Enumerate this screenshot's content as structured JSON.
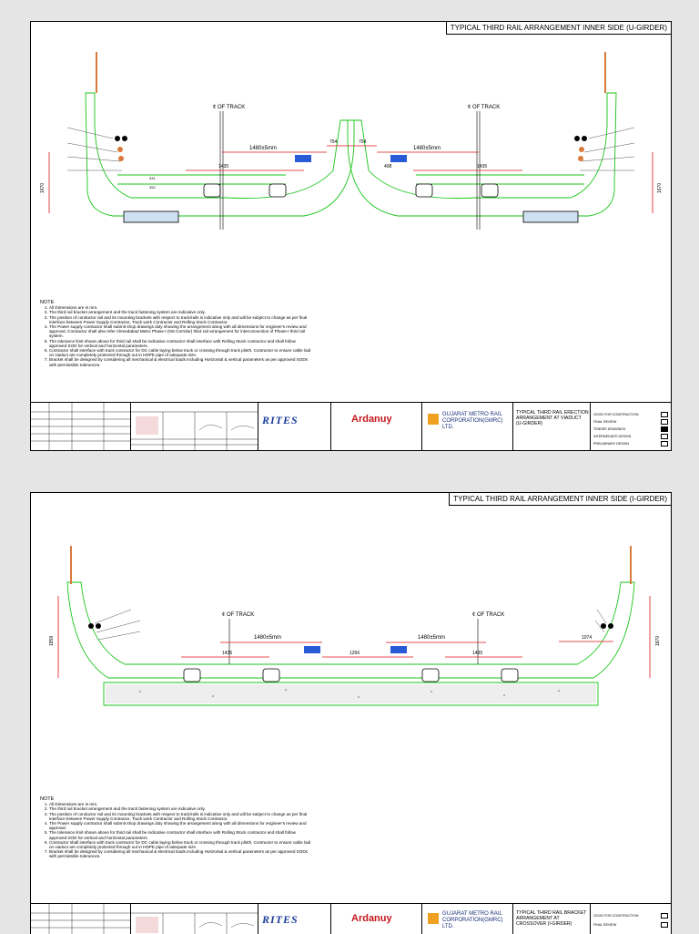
{
  "sheets": [
    {
      "title": "TYPICAL THIRD RAIL ARRANGEMENT INNER SIDE (U-GIRDER)",
      "track_label": "¢ OF TRACK",
      "dims": {
        "gauge": "1480±5mm",
        "d754": "754",
        "d1435": "1435",
        "d408": "408",
        "d1670": "1670",
        "d331": "331",
        "d352": "352"
      },
      "notes_heading": "NOTE",
      "notes": [
        "All Dimensions are in mm.",
        "The third rail bracket arrangement and the track fastening system are indicative only.",
        "The position of conductor rail and its mounting brackets with respect to track/rails is indicative only and will be subject to change as per final interface between Power Supply Contractor, Track work Contractor and Rolling Stock Contractor.",
        "The Power supply contractor shall submit shop drawings duly showing the arrangement along with all dimensions for engineer's review and approval. Contractor shall also refer Ahmedabad Metro Phase-I (NS Corridor) third rail arrangement for interconnection of Phase-I third rail system.",
        "The tolerance limit shown above for third rail shall be indicative contractor shall interface with Rolling Stock contractor and shall follow approved SOD for vertical and horizontal parameters.",
        "Contractor shall interface with track contractor for DC cable laying below track or crossing through track plinth. Contractor to ensure cable laid on viaduct are completely protected through out in HDPE pipe of adequate size.",
        "Bracket shall be designed by considering all mechanical & electrical loads including Horizontal & vertical parameters as per approved SODs with permissible tolerances."
      ],
      "client_name": "GUJARAT METRO RAIL CORPORATION(GMRC) LTD.",
      "drawing_title": "TYPICAL THIRD RAIL ERECTION ARRANGEMENT AT VIADUCT (U-GIRDER)",
      "status_items": [
        "GOOD FOR CONSTRUCTION",
        "FINAL REVIEW",
        "TENDER DRAWINGS",
        "INTERMEDIATE DESIGN",
        "PRELIMINARY DESIGN"
      ],
      "status_checked": 2
    },
    {
      "title": "TYPICAL THIRD RAIL ARRANGEMENT INNER SIDE (I-GIRDER)",
      "track_label": "¢ OF TRACK",
      "dims": {
        "gauge": "1480±5mm",
        "d1435": "1435",
        "d1266": "1266",
        "d1074": "1074",
        "d1870": "1870",
        "d1859": "1859"
      },
      "notes_heading": "NOTE",
      "notes": [
        "All Dimensions are in mm.",
        "The third rail bracket arrangement and the track fastening system are indicative only.",
        "The position of conductor rail and its mounting brackets with respect to track/rails is indicative only and will be subject to change as per final interface between Power Supply Contractor, Track work Contractor and Rolling Stock Contractor.",
        "The Power supply contractor shall submit shop drawings duly showing the arrangement along with all dimensions for engineer's review and approval.",
        "The tolerance limit shown above for third rail shall be indicative contractor shall interface with Rolling Stock contractor and shall follow approved SOD for vertical and horizontal parameters.",
        "Contractor shall interface with track contractor for DC cable laying below track or crossing through track plinth. Contractor to ensure cable laid on viaduct are completely protected through out in HDPE pipe of adequate size.",
        "Bracket shall be designed by considering all mechanical & electrical loads including Horizontal & vertical parameters as per approved SODs with permissible tolerances."
      ],
      "client_name": "GUJARAT METRO RAIL CORPORATION(GMRC) LTD.",
      "drawing_title": "TYPICAL THIRD RAIL BRACKET ARRANGEMENT AT CROSSOVER (I-GIRDER)",
      "status_items": [
        "GOOD FOR CONSTRUCTION",
        "FINAL REVIEW"
      ],
      "status_checked": -1
    }
  ],
  "logos": {
    "rites": "RITES",
    "ardanuy": "Ardanuy"
  },
  "colors": {
    "structure": "#19c419",
    "dimension": "#e01818",
    "label": "#555555",
    "cable": "#d87a3a"
  }
}
